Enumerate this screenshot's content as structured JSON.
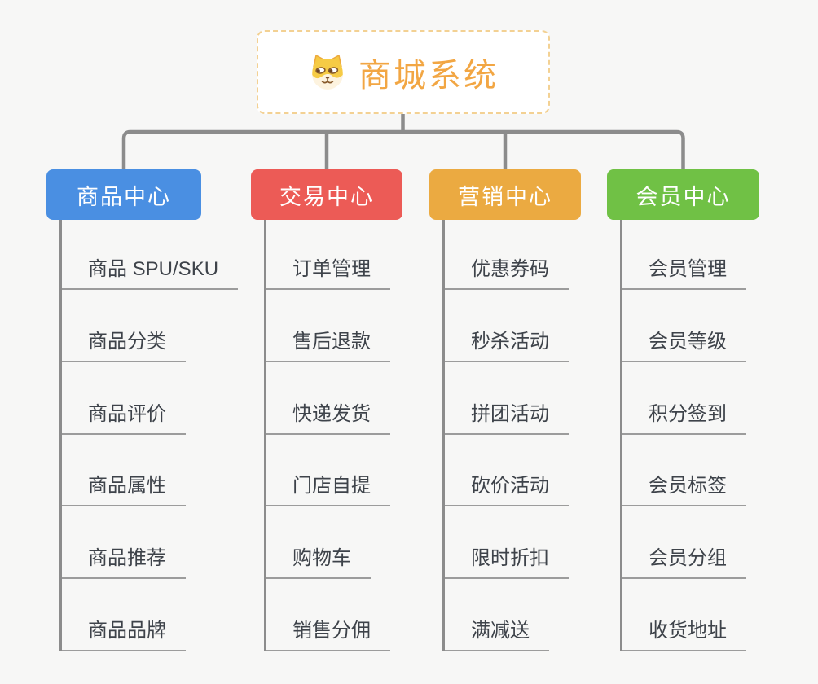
{
  "root": {
    "title": "商城系统",
    "icon": "dog-face-icon"
  },
  "colors": {
    "root_accent": "#f2a643",
    "root_border": "#f3d193",
    "connector": "#8c8c8c",
    "item_text": "#3e434a",
    "item_line": "#9c9c9c",
    "background": "#f7f7f6"
  },
  "branches": [
    {
      "label": "商品中心",
      "color": "#4a8fe2",
      "items": [
        "商品 SPU/SKU",
        "商品分类",
        "商品评价",
        "商品属性",
        "商品推荐",
        "商品品牌"
      ]
    },
    {
      "label": "交易中心",
      "color": "#ec5b56",
      "items": [
        "订单管理",
        "售后退款",
        "快递发货",
        "门店自提",
        "购物车",
        "销售分佣"
      ]
    },
    {
      "label": "营销中心",
      "color": "#ebaa41",
      "items": [
        "优惠券码",
        "秒杀活动",
        "拼团活动",
        "砍价活动",
        "限时折扣",
        "满减送"
      ]
    },
    {
      "label": "会员中心",
      "color": "#70c145",
      "items": [
        "会员管理",
        "会员等级",
        "积分签到",
        "会员标签",
        "会员分组",
        "收货地址"
      ]
    }
  ]
}
